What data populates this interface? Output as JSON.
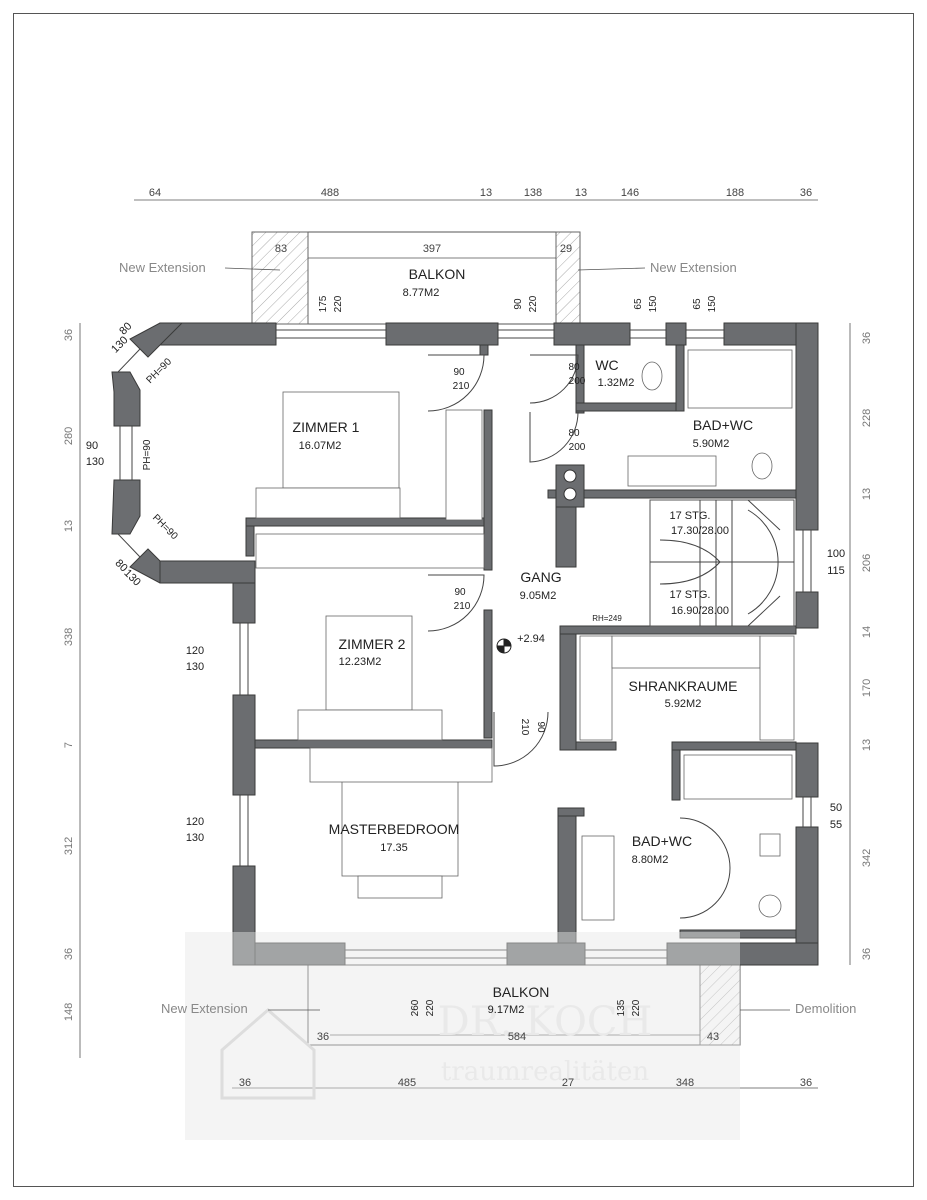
{
  "rooms": {
    "balkon_top": {
      "name": "BALKON",
      "area": "8.77M2"
    },
    "wc": {
      "name": "WC",
      "area": "1.32M2"
    },
    "bad_wc_1": {
      "name": "BAD+WC",
      "area": "5.90M2"
    },
    "zimmer_1": {
      "name": "ZIMMER 1",
      "area": "16.07M2"
    },
    "gang": {
      "name": "GANG",
      "area": "9.05M2"
    },
    "zimmer_2": {
      "name": "ZIMMER 2",
      "area": "12.23M2"
    },
    "shrankraume": {
      "name": "SHRANKRAUME",
      "area": "5.92M2"
    },
    "masterbedroom": {
      "name": "MASTERBEDROOM",
      "area": "17.35"
    },
    "bad_wc_2": {
      "name": "BAD+WC",
      "area": "8.80M2"
    },
    "balkon_bottom": {
      "name": "BALKON",
      "area": "9.17M2"
    }
  },
  "stairs": {
    "upper": {
      "steps": "17 STG.",
      "dims": "17.30/28.00"
    },
    "lower": {
      "steps": "17 STG.",
      "dims": "16.90/28.00"
    },
    "rh": "RH=249"
  },
  "level": "+2.94",
  "notes": {
    "new_extension_left": "New Extension",
    "new_extension_right": "New Extension",
    "new_extension_bottom": "New Extension",
    "demolition": "Demolition"
  },
  "dims_top": [
    "64",
    "488",
    "13",
    "138",
    "13",
    "146",
    "188",
    "36"
  ],
  "dims_bottom": [
    "36",
    "485",
    "27",
    "348",
    "36"
  ],
  "dims_left": [
    "36",
    "280",
    "13",
    "338",
    "7",
    "312",
    "36",
    "148"
  ],
  "dims_right": [
    "36",
    "228",
    "13",
    "206",
    "14",
    "170",
    "13",
    "342",
    "36"
  ],
  "balcony_top_dims": [
    "83",
    "397",
    "29"
  ],
  "balcony_bottom_dims": [
    "36",
    "584",
    "43"
  ],
  "windows": {
    "top_1": [
      "175",
      "220"
    ],
    "top_2": [
      "90",
      "220"
    ],
    "wc_win": [
      "65",
      "150"
    ],
    "bad_win": [
      "65",
      "150"
    ],
    "bay_1": [
      "80",
      "130"
    ],
    "bay_2": [
      "90",
      "130"
    ],
    "bay_3": [
      "80",
      "130"
    ],
    "zimmer2_win": [
      "120",
      "130"
    ],
    "master_win": [
      "120",
      "130"
    ],
    "stair_win": [
      "100",
      "115"
    ],
    "bad2_win": [
      "50",
      "55"
    ],
    "bottom_1": [
      "260",
      "220"
    ],
    "bottom_2": [
      "135",
      "220"
    ]
  },
  "ph": [
    "PH=90",
    "PH=90",
    "PH=90"
  ],
  "doors": {
    "zimmer1": [
      "90",
      "210"
    ],
    "wc": [
      "80",
      "200"
    ],
    "bad1": [
      "80",
      "200"
    ],
    "zimmer2": [
      "90",
      "210"
    ],
    "master": [
      "90",
      "210"
    ]
  },
  "watermark": {
    "brand": "DR. KOCH",
    "tagline": "traumrealitäten"
  }
}
